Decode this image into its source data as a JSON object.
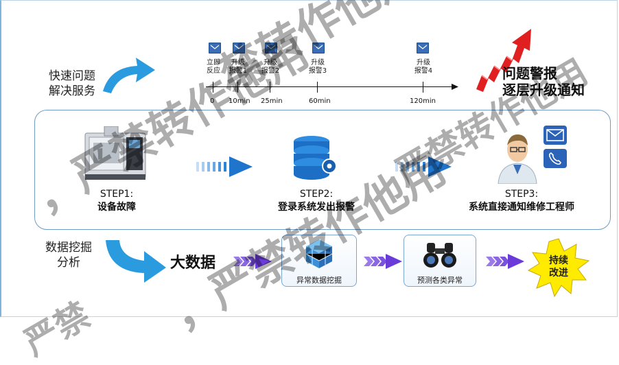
{
  "left_labels": {
    "service": [
      "快速问题",
      "解决服务"
    ],
    "mining": [
      "数据挖掘",
      "分析"
    ]
  },
  "timeline": {
    "events": [
      {
        "label": [
          "立即",
          "反应"
        ],
        "time": "0"
      },
      {
        "label": [
          "升级",
          "报警1"
        ],
        "time": "10min"
      },
      {
        "label": [
          "升级",
          "报警2"
        ],
        "time": "25min"
      },
      {
        "label": [
          "升级",
          "报警3"
        ],
        "time": "60min"
      },
      {
        "label": [
          "升级",
          "报警4"
        ],
        "time": "120min"
      }
    ]
  },
  "alarm_title": [
    "问题警报",
    "逐层升级通知"
  ],
  "steps": [
    {
      "num": "STEP1:",
      "text": "设备故障"
    },
    {
      "num": "STEP2:",
      "text": "登录系统发出报警"
    },
    {
      "num": "STEP3:",
      "text": "系统直接通知维修工程师"
    }
  ],
  "bigdata": {
    "label": "大数据",
    "box1": "异常数据挖掘",
    "box2": "预测各类异常",
    "star": [
      "持续",
      "改进"
    ]
  },
  "watermark": [
    "禁转作他用",
    "，严禁转作他用",
    "严禁转作他用",
    "，严禁转作他用",
    "严禁"
  ],
  "colors": {
    "accent_blue": "#2b9be0",
    "arrow_purple": "#6a3bd8",
    "star_yellow": "#ffeb00",
    "alarm_red": "#e02020"
  }
}
